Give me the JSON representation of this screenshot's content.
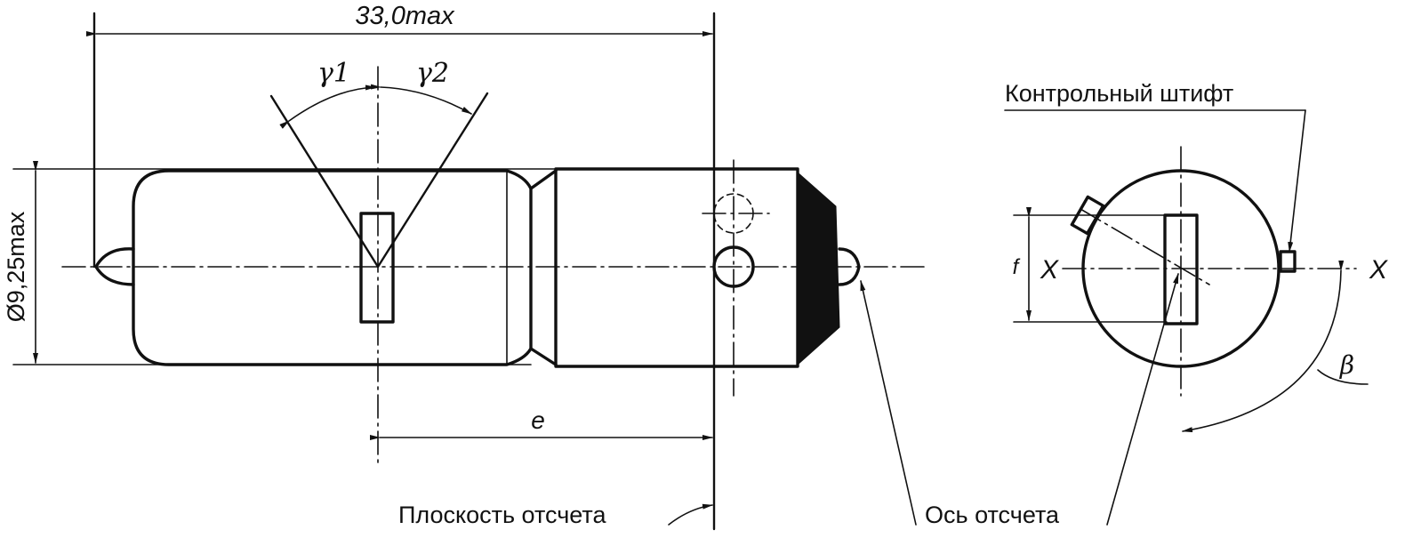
{
  "labels": {
    "overall_length": "33,0max",
    "diameter": "Ø9,25max",
    "gamma1": "γ1",
    "gamma2": "γ2",
    "e": "e",
    "f": "f",
    "x_left": "X",
    "x_right": "X",
    "beta": "β",
    "reference_plane": "Плоскость отсчета",
    "reference_axis": "Ось отсчета",
    "control_pin": "Контрольный штифт"
  }
}
